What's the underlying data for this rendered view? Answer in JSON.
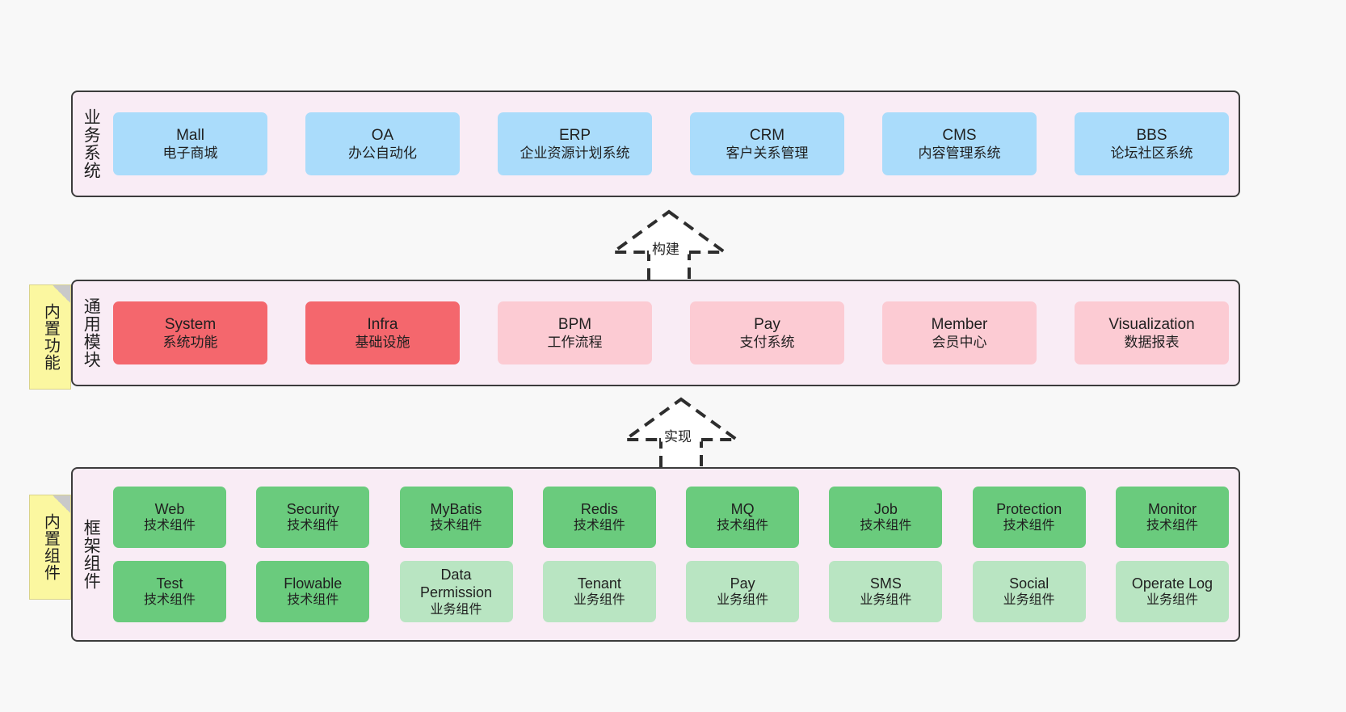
{
  "diagram": {
    "background_color": "#f8f8f8",
    "panel_color": "#f9ecf5",
    "panel_border_color": "#3c3c3c",
    "note_color": "#fbf7a0",
    "colors": {
      "blue": "#aadcfb",
      "red": "#f4676d",
      "pink": "#fccbd3",
      "green": "#6acb7d",
      "light_green": "#b9e5c2"
    }
  },
  "layers": {
    "business": {
      "title": "业务系统",
      "cards": [
        {
          "name": "Mall",
          "desc": "电子商城"
        },
        {
          "name": "OA",
          "desc": "办公自动化"
        },
        {
          "name": "ERP",
          "desc": "企业资源计划系统"
        },
        {
          "name": "CRM",
          "desc": "客户关系管理"
        },
        {
          "name": "CMS",
          "desc": "内容管理系统"
        },
        {
          "name": "BBS",
          "desc": "论坛社区系统"
        }
      ]
    },
    "modules": {
      "title": "通用模块",
      "note": "内置功能",
      "cards": [
        {
          "name": "System",
          "desc": "系统功能"
        },
        {
          "name": "Infra",
          "desc": "基础设施"
        },
        {
          "name": "BPM",
          "desc": "工作流程"
        },
        {
          "name": "Pay",
          "desc": "支付系统"
        },
        {
          "name": "Member",
          "desc": "会员中心"
        },
        {
          "name": "Visualization",
          "desc": "数据报表"
        }
      ]
    },
    "framework": {
      "title": "框架组件",
      "note": "内置组件",
      "row1": [
        {
          "name": "Web",
          "desc": "技术组件"
        },
        {
          "name": "Security",
          "desc": "技术组件"
        },
        {
          "name": "MyBatis",
          "desc": "技术组件"
        },
        {
          "name": "Redis",
          "desc": "技术组件"
        },
        {
          "name": "MQ",
          "desc": "技术组件"
        },
        {
          "name": "Job",
          "desc": "技术组件"
        },
        {
          "name": "Protection",
          "desc": "技术组件"
        },
        {
          "name": "Monitor",
          "desc": "技术组件"
        }
      ],
      "row2": [
        {
          "name": "Test",
          "desc": "技术组件"
        },
        {
          "name": "Flowable",
          "desc": "技术组件"
        },
        {
          "name": "Data Permission",
          "desc": "业务组件"
        },
        {
          "name": "Tenant",
          "desc": "业务组件"
        },
        {
          "name": "Pay",
          "desc": "业务组件"
        },
        {
          "name": "SMS",
          "desc": "业务组件"
        },
        {
          "name": "Social",
          "desc": "业务组件"
        },
        {
          "name": "Operate Log",
          "desc": "业务组件"
        }
      ]
    }
  },
  "connectors": [
    {
      "label": "构建"
    },
    {
      "label": "实现"
    }
  ]
}
